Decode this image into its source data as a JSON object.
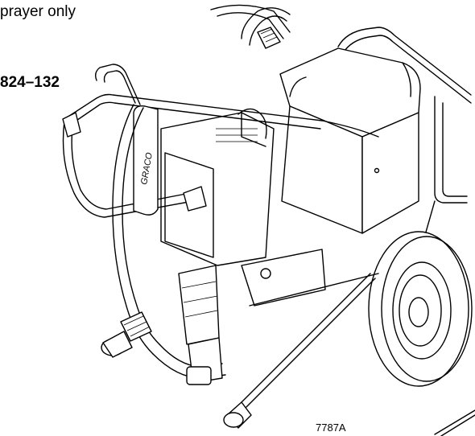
{
  "caption_fragment": "prayer only",
  "model_number": "824–132",
  "brand_label": "GRACO",
  "figure_number": "7787A"
}
